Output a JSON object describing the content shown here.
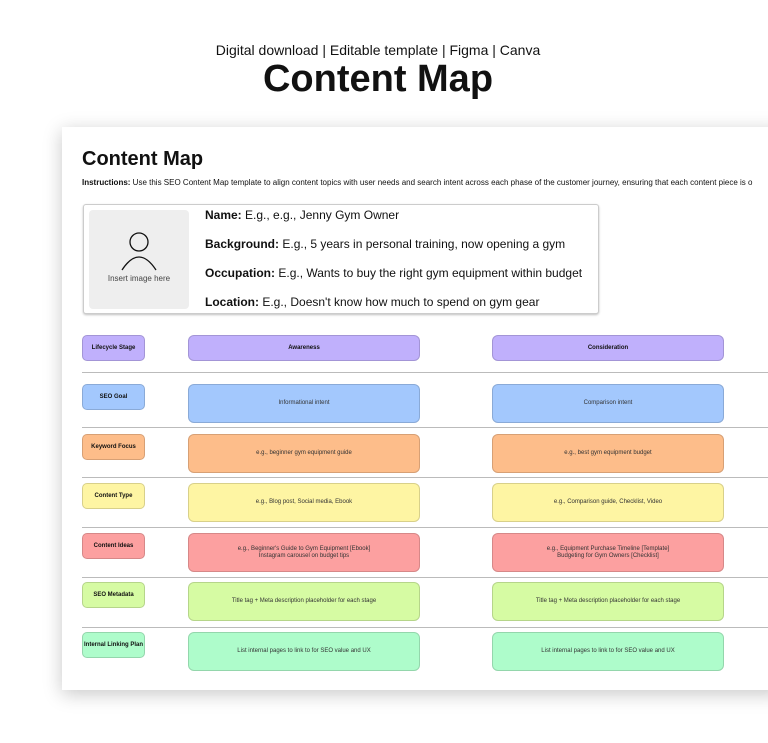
{
  "header": {
    "subtitle": "Digital download | Editable template | Figma | Canva",
    "title": "Content Map"
  },
  "doc": {
    "title": "Content Map",
    "instructions_label": "Instructions:",
    "instructions": " Use this SEO Content Map template to align content topics with user needs and search intent across each phase of the customer journey, ensuring that each content piece is o"
  },
  "persona": {
    "image_placeholder": "Insert image here",
    "fields": [
      {
        "label": "Name:",
        "value": " E.g., e.g., Jenny Gym Owner"
      },
      {
        "label": "Background:",
        "value": " E.g., 5 years in personal training, now opening a gym"
      },
      {
        "label": "Occupation:",
        "value": " E.g., Wants to buy the right gym equipment within budget"
      },
      {
        "label": "Location:",
        "value": " E.g., Doesn't know how much to spend on gym gear"
      }
    ]
  },
  "rows": [
    {
      "label": "Lifecycle Stage",
      "color": "#c0b0fc",
      "cells": [
        "Awareness",
        "Consideration"
      ]
    },
    {
      "label": "SEO Goal",
      "color": "#a3c8fd",
      "cells": [
        "Informational intent",
        "Comparison intent"
      ]
    },
    {
      "label": "Keyword Focus",
      "color": "#fdbd8a",
      "cells": [
        "e.g., beginner gym equipment guide",
        "e.g., best gym equipment budget"
      ]
    },
    {
      "label": "Content Type",
      "color": "#fef5a3",
      "cells": [
        "e.g., Blog post, Social media, Ebook",
        "e.g., Comparison guide, Checklist, Video"
      ]
    },
    {
      "label": "Content Ideas",
      "color": "#fca0a0",
      "cells": [
        "e.g., Beginner's Guide to Gym Equipment [Ebook]\nInstagram carousel on budget tips",
        "e.g., Equipment Purchase Timeline [Template]\nBudgeting for Gym Owners [Checklist]"
      ]
    },
    {
      "label": "SEO Metadata",
      "color": "#d6fba3",
      "cells": [
        "Title tag + Meta description placeholder for each stage",
        "Title tag + Meta description placeholder for each stage"
      ]
    },
    {
      "label": "Internal Linking Plan",
      "color": "#aefccb",
      "cells": [
        "List internal pages to link to for SEO value and UX",
        "List internal pages to link to for SEO value and UX"
      ]
    }
  ]
}
